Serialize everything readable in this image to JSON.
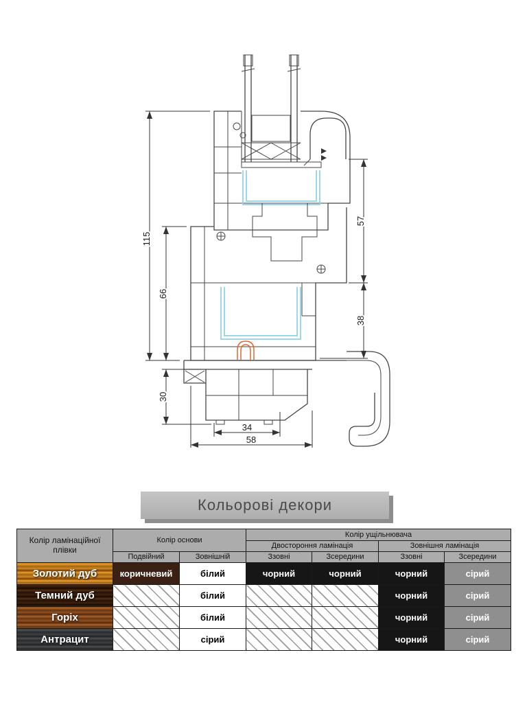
{
  "banner": {
    "title": "Кольорові декори"
  },
  "drawing": {
    "dims": {
      "d115": "115",
      "d66": "66",
      "d30": "30",
      "d57": "57",
      "d38": "38",
      "d34": "34",
      "d58": "58"
    }
  },
  "table": {
    "header": {
      "film": "Колір ламінаційної плівки",
      "base": "Колір основи",
      "seal": "Колір ущільнювача",
      "two_sided": "Двостороння ламінація",
      "external": "Зовнішня ламінація",
      "double": "Подвійний",
      "outer": "Зовнішній",
      "outside1": "Ззовні",
      "inside1": "Зсередини",
      "outside2": "Ззовні",
      "inside2": "Зсередини"
    },
    "rows": [
      {
        "film": "Золотий дуб",
        "base_double": {
          "text": "коричневий",
          "bg": "#3a2113",
          "fg": "#ffffff"
        },
        "base_outer": {
          "text": "білий",
          "bg": "#ffffff",
          "fg": "#000000"
        },
        "seal_ts_out": {
          "text": "чорний",
          "bg": "#161616",
          "fg": "#ffffff"
        },
        "seal_ts_in": {
          "text": "чорний",
          "bg": "#161616",
          "fg": "#ffffff"
        },
        "seal_ex_out": {
          "text": "чорний",
          "bg": "#161616",
          "fg": "#ffffff"
        },
        "seal_ex_in": {
          "text": "сірий",
          "bg": "#8f8f8f",
          "fg": "#ffffff"
        }
      },
      {
        "film": "Темний дуб",
        "base_double": {
          "na": true
        },
        "base_outer": {
          "text": "білий",
          "bg": "#ffffff",
          "fg": "#000000"
        },
        "seal_ts_out": {
          "na": true
        },
        "seal_ts_in": {
          "na": true
        },
        "seal_ex_out": {
          "text": "чорний",
          "bg": "#161616",
          "fg": "#ffffff"
        },
        "seal_ex_in": {
          "text": "сірий",
          "bg": "#8f8f8f",
          "fg": "#ffffff"
        }
      },
      {
        "film": "Горіх",
        "base_double": {
          "na": true
        },
        "base_outer": {
          "text": "білий",
          "bg": "#ffffff",
          "fg": "#000000"
        },
        "seal_ts_out": {
          "na": true
        },
        "seal_ts_in": {
          "na": true
        },
        "seal_ex_out": {
          "text": "чорний",
          "bg": "#161616",
          "fg": "#ffffff"
        },
        "seal_ex_in": {
          "text": "сірий",
          "bg": "#8f8f8f",
          "fg": "#ffffff"
        }
      },
      {
        "film": "Антрацит",
        "base_double": {
          "na": true
        },
        "base_outer": {
          "text": "сірий",
          "bg": "#ffffff",
          "fg": "#000000"
        },
        "seal_ts_out": {
          "na": true
        },
        "seal_ts_in": {
          "na": true
        },
        "seal_ex_out": {
          "text": "чорний",
          "bg": "#161616",
          "fg": "#ffffff"
        },
        "seal_ex_in": {
          "text": "сірий",
          "bg": "#8f8f8f",
          "fg": "#ffffff"
        }
      }
    ]
  }
}
